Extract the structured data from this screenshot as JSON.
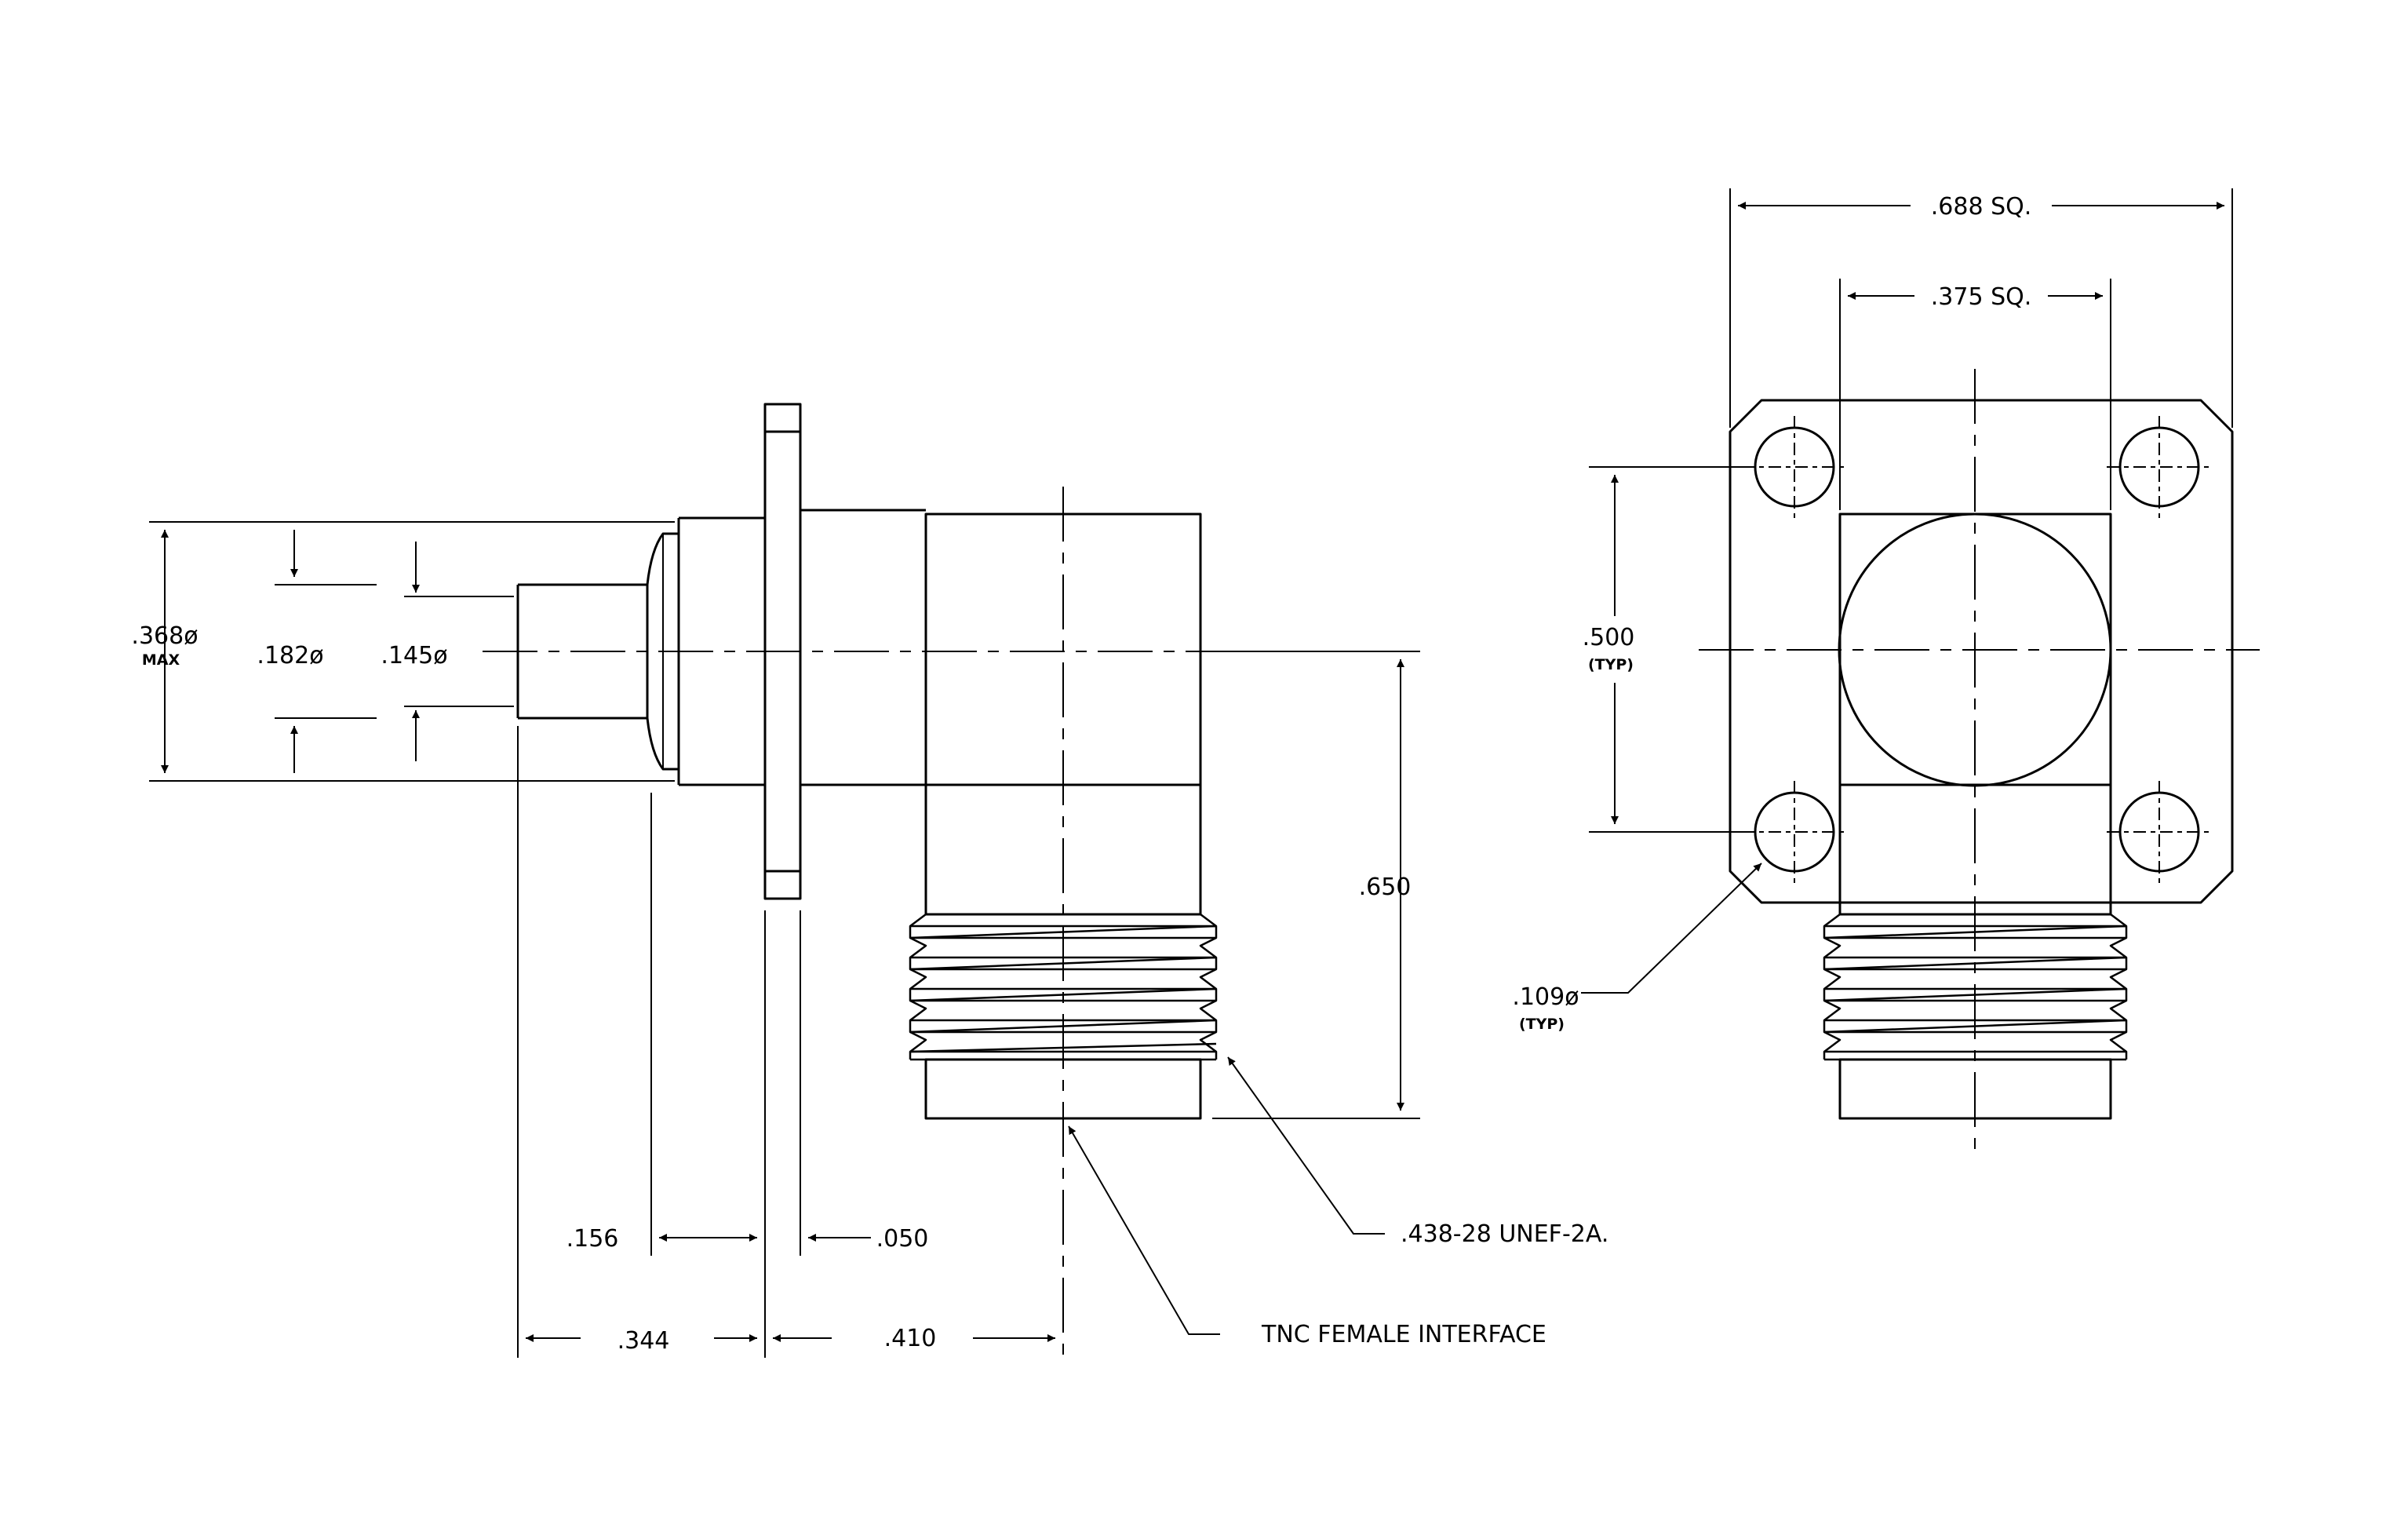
{
  "colors": {
    "background": "#ffffff",
    "ink": "#000000"
  },
  "side_view": {
    "body_diameter": ".368ø",
    "body_diameter_note": "MAX",
    "shoulder_diameter": ".182ø",
    "pin_diameter": ".145ø",
    "height": ".650",
    "step_length": ".156",
    "flange_thickness": ".050",
    "rear_length": ".344",
    "front_length": ".410",
    "thread_callout": ".438-28 UNEF-2A.",
    "interface_callout": "TNC FEMALE INTERFACE"
  },
  "front_view": {
    "flange_width": ".688 SQ.",
    "body_width": ".375 SQ.",
    "hole_spacing": ".500",
    "hole_spacing_note": "(TYP)",
    "hole_diameter": ".109ø",
    "hole_diameter_note": "(TYP)"
  }
}
